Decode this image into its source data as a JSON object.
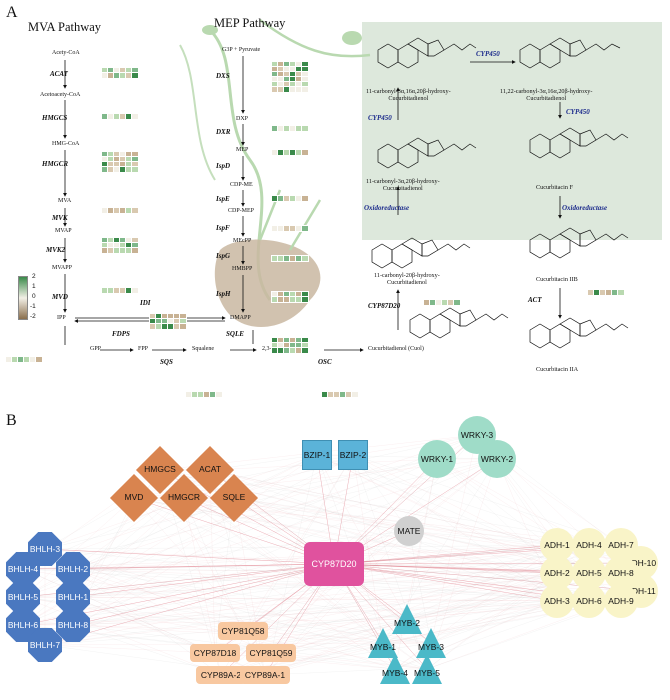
{
  "panel_a": {
    "letter": "A",
    "mva_title": "MVA Pathway",
    "mep_title": "MEP Pathway",
    "mva_metabolites": [
      "Acety-CoA",
      "Acetoacety-CoA",
      "HMG-CoA",
      "MVA",
      "MVAP",
      "MVAPP",
      "IPP"
    ],
    "mva_enzymes": [
      "ACAT",
      "HMGCS",
      "HMGCR",
      "MVK",
      "MVK2",
      "MVD"
    ],
    "idi": "IDI",
    "mep_metabolites": [
      "G3P + Pyruvate",
      "DXP",
      "MEP",
      "CDP-ME",
      "CDP-MEP",
      "MEcPP",
      "HMBPP",
      "DMAPP"
    ],
    "mep_enzymes": [
      "DXS",
      "DXR",
      "IspD",
      "IspE",
      "IspF",
      "IspG",
      "IspH"
    ],
    "bottom_metabolites": [
      "GPP",
      "FPP",
      "Squalene",
      "2,3-Oxidosqualene",
      "Cucurbitadienol (Cuol)"
    ],
    "bottom_enzymes": [
      "FDPS",
      "SQS",
      "SQLE",
      "OSC"
    ],
    "legend_ticks": [
      "2",
      "1",
      "0",
      "-1",
      "-2"
    ],
    "compounds": {
      "c1": "11-carbonyl-3α,16α,20β-hydroxy-\nCucurbitadienol",
      "c2": "11,22-carbonyl-3α,16α,20β-hydroxy-\nCucurbitadienol",
      "c3": "11-carbonyl-3α,20β-hydroxy-\nCucurbitadienol",
      "c4": "Cucurbitacin F",
      "c5": "11-carbonyl-20β-hydroxy-\nCucurbitadienol",
      "c6": "Cucurbitacin IIB",
      "c7": "Cucurbitacin IIA"
    },
    "blue_enzymes": {
      "cyp450_a": "CYP450",
      "cyp450_b": "CYP450",
      "cyp450_c": "CYP450",
      "oxidoreductase_a": "Oxidoreductase",
      "oxidoreductase_b": "Oxidoreductase"
    },
    "black_enzymes": {
      "cyp87d20": "CYP87D20",
      "act": "ACT"
    },
    "colors": {
      "high": "#3a8a4a",
      "mid": "#f2efe6",
      "low": "#8a6f4d",
      "shade": "#dde8dc",
      "accent_blue": "#1c2b8c",
      "accent_red": "#cc2222"
    }
  },
  "panel_b": {
    "letter": "B",
    "hub": "CYP87D20",
    "diamonds": [
      "HMGCS",
      "ACAT",
      "MVD",
      "HMGCR",
      "SQLE"
    ],
    "bzip": [
      "BZIP-1",
      "BZIP-2"
    ],
    "wrky": [
      "WRKY-3",
      "WRKY-1",
      "WRKY-2"
    ],
    "mate": "MATE",
    "bhlh": [
      "BHLH-3",
      "BHLH-4",
      "BHLH-2",
      "BHLH-5",
      "BHLH-1",
      "BHLH-6",
      "BHLH-8",
      "BHLH-7"
    ],
    "adh": [
      "ADH-1",
      "ADH-4",
      "ADH-7",
      "ADH-10",
      "ADH-2",
      "ADH-5",
      "ADH-8",
      "ADH-11",
      "ADH-3",
      "ADH-6",
      "ADH-9"
    ],
    "cyp": [
      "CYP81Q58",
      "CYP87D18",
      "CYP81Q59",
      "CYP89A-2",
      "CYP89A-1"
    ],
    "myb": [
      "MYB-2",
      "MYB-1",
      "MYB-3",
      "MYB-4",
      "MYB-5"
    ]
  }
}
